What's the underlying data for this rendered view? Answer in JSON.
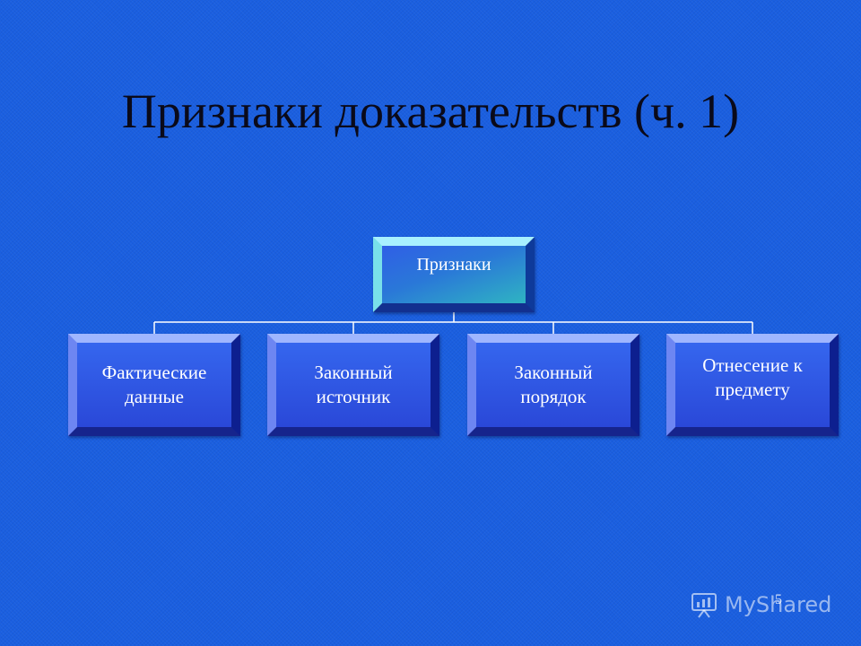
{
  "slide": {
    "title": "Признаки доказательств (ч. 1)"
  },
  "diagram": {
    "root": {
      "label": "Признаки"
    },
    "children": [
      {
        "label": "Фактические\nданные"
      },
      {
        "label": "Законный\nисточник"
      },
      {
        "label": "Законный\nпорядок"
      },
      {
        "label": "Отнесение к\nпредмету"
      }
    ]
  },
  "footer": {
    "watermark_text": "MyShared",
    "page_number": "5"
  },
  "colors": {
    "background": "#1a5fe0",
    "box_fill": "#2a48d8",
    "root_accent": "#2fb4c2",
    "connector": "#ffffff"
  }
}
